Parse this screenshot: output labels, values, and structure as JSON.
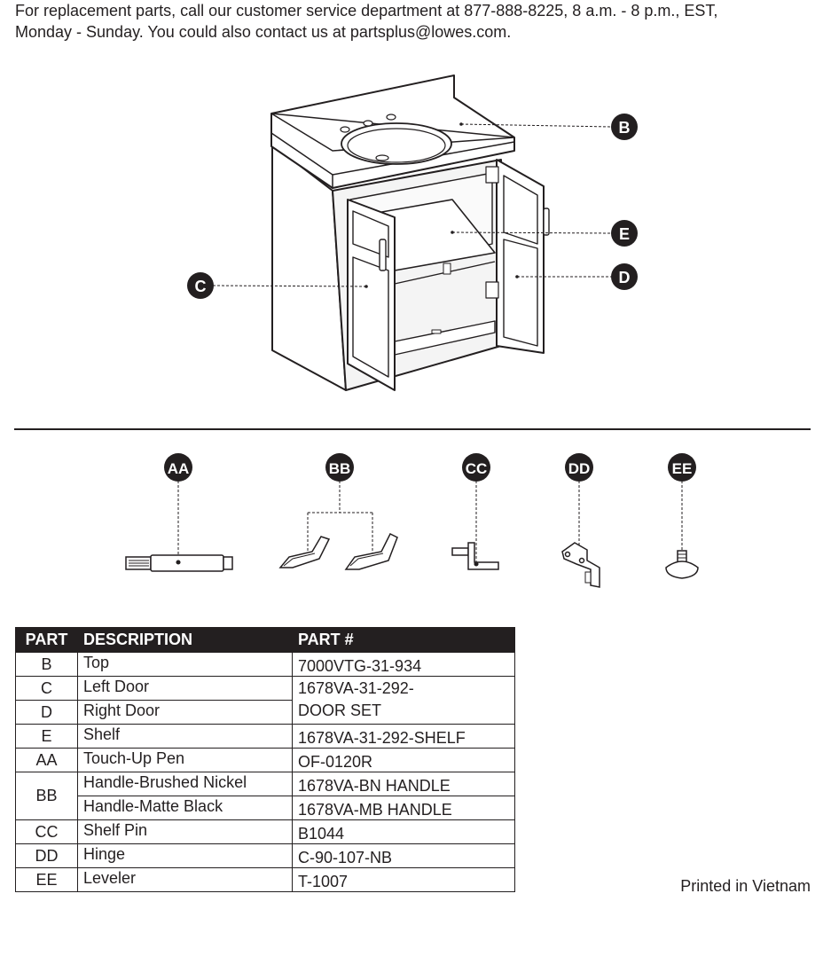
{
  "intro": {
    "line1": "For replacement parts, call our customer service department at 877-888-8225, 8 a.m. - 8 p.m., EST,",
    "line2": "Monday - Sunday. You could also contact us at partsplus@lowes.com."
  },
  "diagram_callouts": {
    "b": "B",
    "c": "C",
    "d": "D",
    "e": "E"
  },
  "hardware_callouts": {
    "aa": "AA",
    "bb": "BB",
    "cc": "CC",
    "dd": "DD",
    "ee": "EE"
  },
  "table": {
    "headers": {
      "part": "PART",
      "description": "DESCRIPTION",
      "part_no": "PART #"
    },
    "rows": [
      {
        "part": "B",
        "description": "Top",
        "part_no": "7000VTG-31-934"
      },
      {
        "part": "C",
        "description": "Left Door",
        "part_no": "1678VA-31-292-"
      },
      {
        "part": "D",
        "description": "Right Door",
        "part_no": "DOOR SET"
      },
      {
        "part": "E",
        "description": "Shelf",
        "part_no": "1678VA-31-292-SHELF"
      },
      {
        "part": "AA",
        "description": "Touch-Up Pen",
        "part_no": "OF-0120R"
      },
      {
        "part": "BB",
        "description": "Handle-Brushed Nickel",
        "part_no": "1678VA-BN HANDLE"
      },
      {
        "part": "",
        "description": "Handle-Matte Black",
        "part_no": "1678VA-MB HANDLE"
      },
      {
        "part": "CC",
        "description": "Shelf Pin",
        "part_no": "B1044"
      },
      {
        "part": "DD",
        "description": "Hinge",
        "part_no": "C-90-107-NB"
      },
      {
        "part": "EE",
        "description": "Leveler",
        "part_no": "T-1007"
      }
    ]
  },
  "footer": {
    "printed": "Printed in Vietnam"
  }
}
